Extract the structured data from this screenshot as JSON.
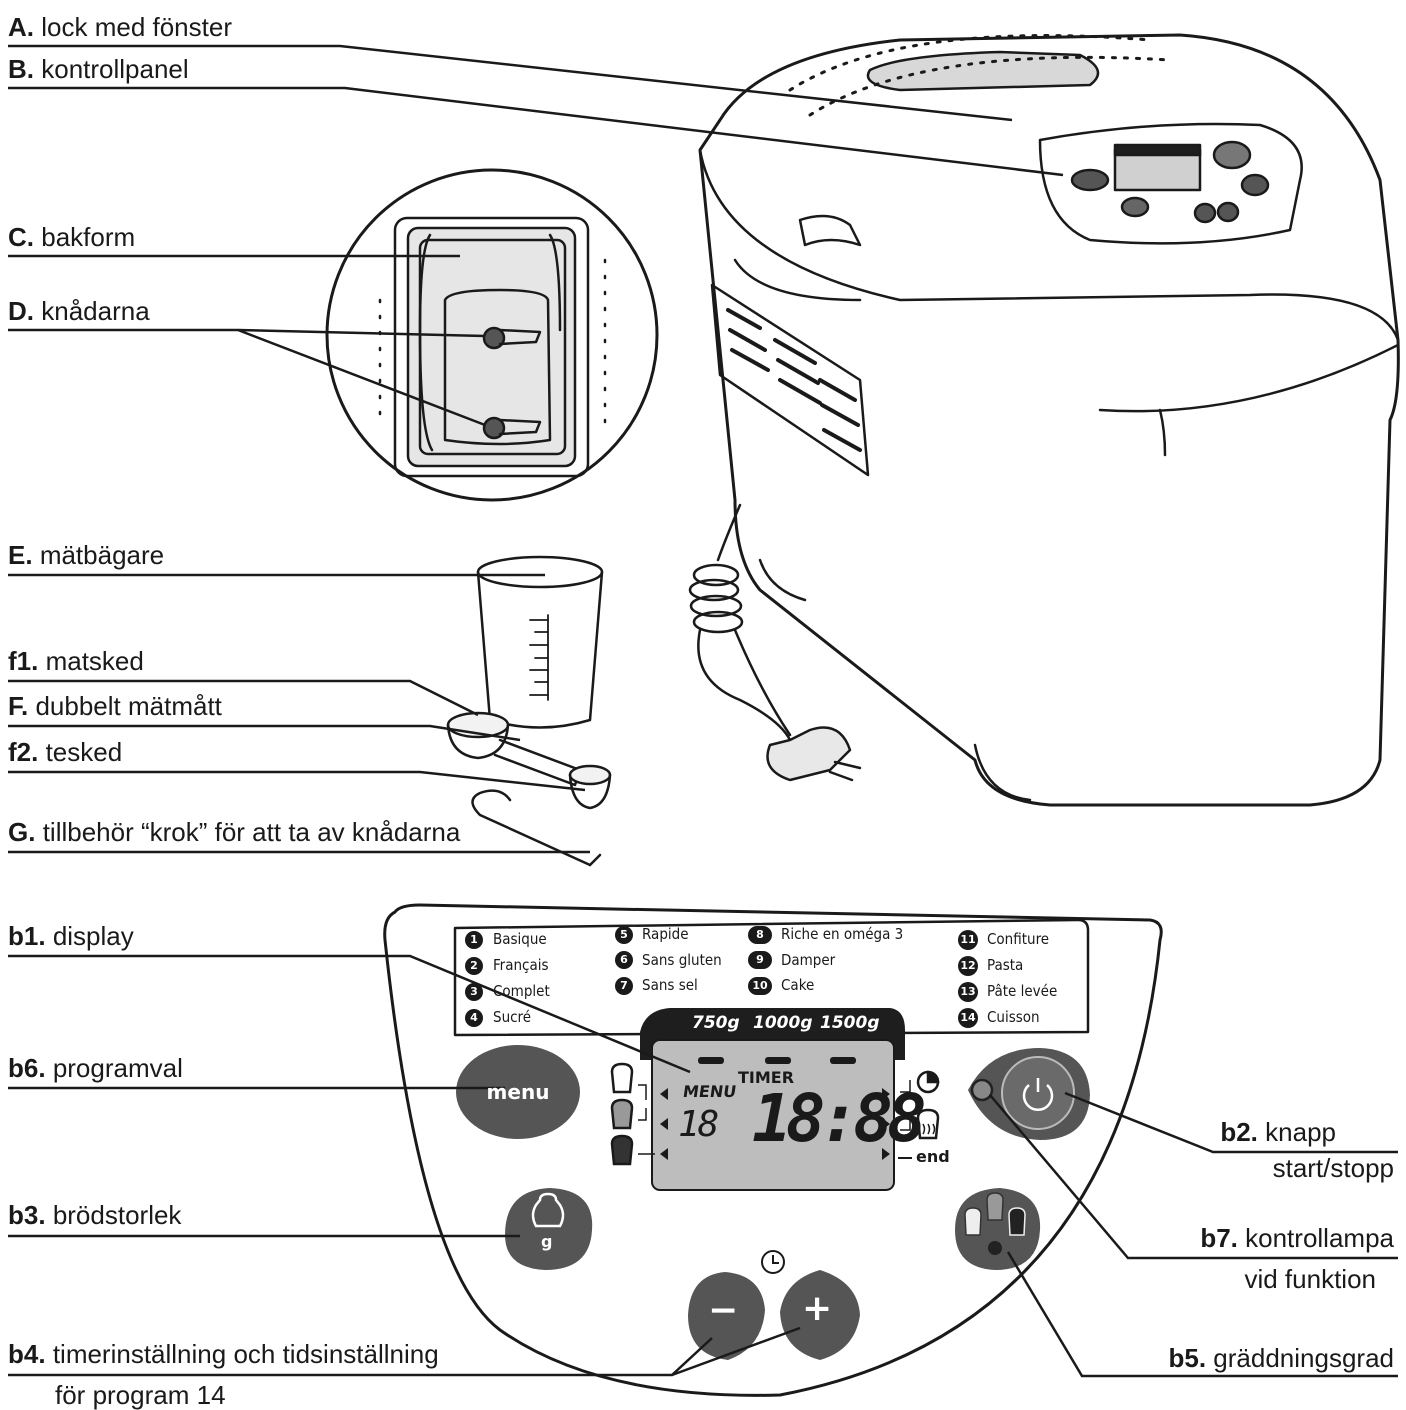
{
  "callouts": {
    "A": {
      "key": "A.",
      "text": "lock med fönster"
    },
    "B": {
      "key": "B.",
      "text": "kontrollpanel"
    },
    "C": {
      "key": "C.",
      "text": "bakform"
    },
    "D": {
      "key": "D.",
      "text": "knådarna"
    },
    "E": {
      "key": "E.",
      "text": "mätbägare"
    },
    "f1": {
      "key": "f1.",
      "text": "matsked"
    },
    "F": {
      "key": "F.",
      "text": "dubbelt mätmått"
    },
    "f2": {
      "key": "f2.",
      "text": "tesked"
    },
    "G": {
      "key": "G.",
      "text": "tillbehör “krok” för att ta av knådarna"
    },
    "b1": {
      "key": "b1.",
      "text": "display"
    },
    "b6": {
      "key": "b6.",
      "text": "programval"
    },
    "b3": {
      "key": "b3.",
      "text": "brödstorlek"
    },
    "b4": {
      "key": "b4.",
      "text": "timerinställning och tidsinställning",
      "text2": "för program 14"
    },
    "b2": {
      "key": "b2.",
      "text": "knapp",
      "text2": "start/stopp"
    },
    "b7": {
      "key": "b7.",
      "text": "kontrollampa",
      "text2": "vid funktion"
    },
    "b5": {
      "key": "b5.",
      "text": "gräddningsgrad"
    }
  },
  "programs": [
    {
      "num": "1",
      "name": "Basique"
    },
    {
      "num": "2",
      "name": "Français"
    },
    {
      "num": "3",
      "name": "Complet"
    },
    {
      "num": "4",
      "name": "Sucré"
    },
    {
      "num": "5",
      "name": "Rapide"
    },
    {
      "num": "6",
      "name": "Sans gluten"
    },
    {
      "num": "7",
      "name": "Sans sel"
    },
    {
      "num": "8",
      "name": "Riche en oméga 3"
    },
    {
      "num": "9",
      "name": "Damper"
    },
    {
      "num": "10",
      "name": "Cake"
    },
    {
      "num": "11",
      "name": "Confiture"
    },
    {
      "num": "12",
      "name": "Pasta"
    },
    {
      "num": "13",
      "name": "Pâte levée"
    },
    {
      "num": "14",
      "name": "Cuisson"
    }
  ],
  "display": {
    "weights": [
      "750g",
      "1000g",
      "1500g"
    ],
    "menu": "MENU",
    "timer": "TIMER",
    "small_digits": "18",
    "big_digits": "18:88",
    "end": "end"
  },
  "buttons": {
    "menu": "menu",
    "size_g": "g",
    "minus": "−",
    "plus": "+"
  },
  "colors": {
    "line": "#1a1a1a",
    "button_dark": "#555555",
    "lcd": "#bdbdbd",
    "lcd_header": "#1e1e1e"
  }
}
